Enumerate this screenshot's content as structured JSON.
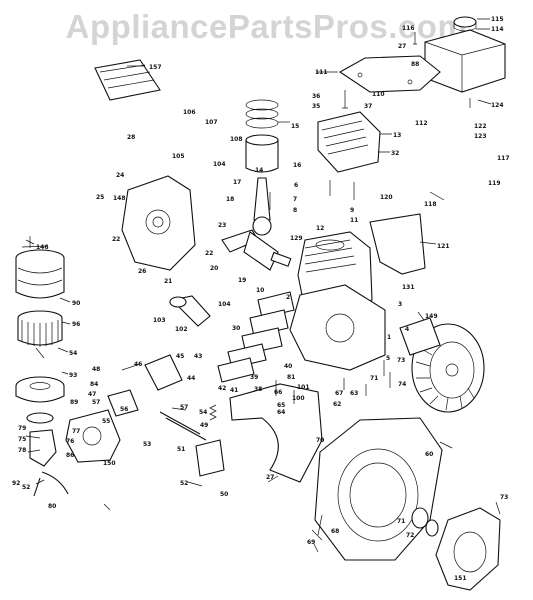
{
  "watermark": "AppliancePartsPros.com",
  "part_numbers": {
    "p115": "115",
    "p114": "114",
    "p116": "116",
    "p27a": "27",
    "p88": "88",
    "p157": "157",
    "p111": "111",
    "p110": "110",
    "p124": "124",
    "p36": "36",
    "p35": "35",
    "p37": "37",
    "p106": "106",
    "p107": "107",
    "p105": "105",
    "p108": "108",
    "p104a": "104",
    "p15": "15",
    "p13": "13",
    "p32": "32",
    "p112": "112",
    "p122": "122",
    "p123": "123",
    "p117": "117",
    "p119": "119",
    "p118": "118",
    "p28": "28",
    "p24": "24",
    "p25": "25",
    "p148": "148",
    "p22a": "22",
    "p14": "14",
    "p17": "17",
    "p16": "16",
    "p18": "18",
    "p6": "6",
    "p7": "7",
    "p8": "8",
    "p9": "9",
    "p11": "11",
    "p12": "12",
    "p120": "120",
    "p121": "121",
    "p146": "146",
    "p90": "90",
    "p96": "96",
    "p54a": "54",
    "p93": "93",
    "p23": "23",
    "p26": "26",
    "p22b": "22",
    "p20": "20",
    "p129": "129",
    "p21": "21",
    "p19": "19",
    "p10": "10",
    "p2": "2",
    "p131": "131",
    "p104b": "104",
    "p103": "103",
    "p102": "102",
    "p30": "30",
    "p3": "3",
    "p149": "149",
    "p4": "4",
    "p1": "1",
    "p5": "5",
    "p45": "45",
    "p43": "43",
    "p44": "44",
    "p42": "42",
    "p41": "41",
    "p39": "39",
    "p38": "38",
    "p48": "48",
    "p46": "46",
    "p84": "84",
    "p47": "47",
    "p79": "79",
    "p89": "89",
    "p57a": "57",
    "p56": "56",
    "p55": "55",
    "p57b": "57",
    "p54b": "54",
    "p81": "81",
    "p101": "101",
    "p100": "100",
    "p66": "66",
    "p65": "65",
    "p64": "64",
    "p75": "75",
    "p76": "76",
    "p77": "77",
    "p78": "78",
    "p52a": "52",
    "p150": "150",
    "p49": "49",
    "p51": "51",
    "p53": "53",
    "p50": "50",
    "p52b": "52",
    "p63": "63",
    "p67": "67",
    "p62": "62",
    "p71a": "71",
    "p73": "73",
    "p74": "74",
    "p70": "70",
    "p60": "60",
    "p40": "40",
    "p92": "92",
    "p86": "86",
    "p80": "80",
    "p27b": "27",
    "p69": "69",
    "p68": "68",
    "p71b": "71",
    "p72": "72",
    "p73b": "73",
    "p151": "151"
  }
}
